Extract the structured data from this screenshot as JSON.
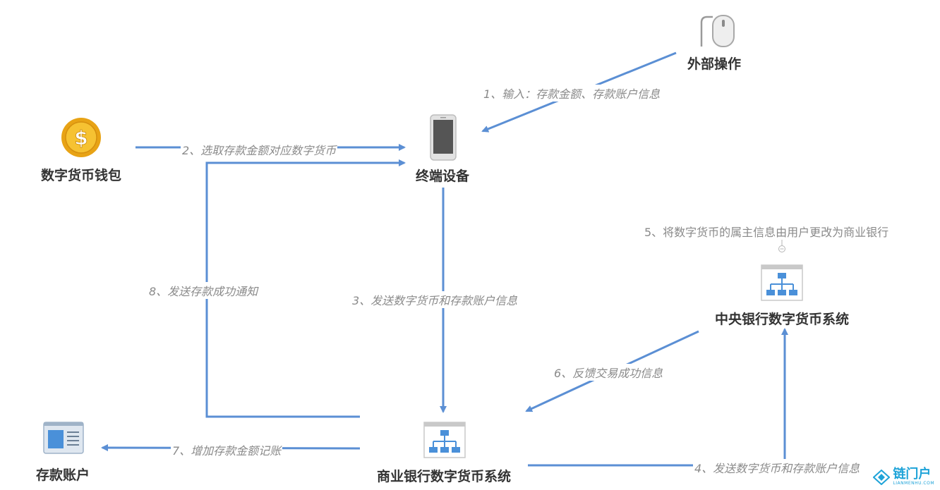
{
  "nodes": {
    "external_op": {
      "label": "外部操作",
      "icon": "mouse-icon"
    },
    "terminal": {
      "label": "终端设备",
      "icon": "mobile-phone-icon"
    },
    "wallet": {
      "label": "数字货币钱包",
      "icon": "dollar-coin-icon"
    },
    "central_bank": {
      "label": "中央银行数字货币系统",
      "icon": "org-chart-window-icon"
    },
    "commercial_bank": {
      "label": "商业银行数字货币系统",
      "icon": "org-chart-window-icon"
    },
    "deposit_account": {
      "label": "存款账户",
      "icon": "account-card-icon"
    }
  },
  "edges": {
    "e1": "1、输入：存款金额、存款账户信息",
    "e2": "2、选取存款金额对应数字货币",
    "e3": "3、发送数字货币和存款账户信息",
    "e4": "4、发送数字货币和存款账户信息",
    "e6": "6、反馈交易成功信息",
    "e7": "7、增加存款金额记账",
    "e8": "8、发送存款成功通知"
  },
  "note": "5、将数字货币的属主信息由用户更改为商业银行",
  "logo": {
    "text": "链门户",
    "sub": "LIANMENHU.COM"
  },
  "colors": {
    "edge": "#5b8fd4",
    "coin": "#f2b01e",
    "icon_blue": "#4a90d9"
  }
}
